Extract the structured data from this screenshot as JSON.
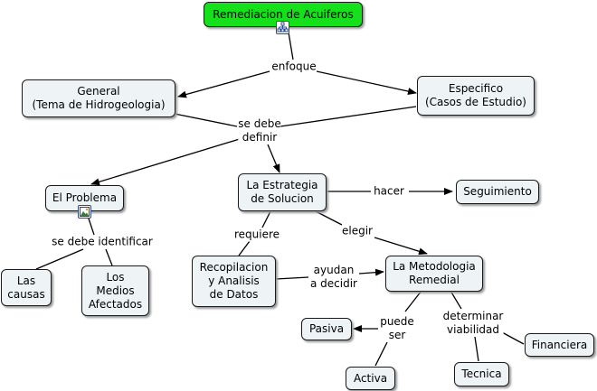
{
  "concepts": {
    "remediacion": "Remediacion de Acuiferos",
    "general": "General\n(Tema de Hidrogeologia)",
    "especifico": "Especifico\n(Casos de Estudio)",
    "problema": "El Problema",
    "estrategia": "La Estrategia\nde Solucion",
    "seguimiento": "Seguimiento",
    "causas": "Las\ncausas",
    "medios": "Los\nMedios\nAfectados",
    "recopilacion": "Recopilacion\ny Analisis\nde Datos",
    "metodologia": "La Metodologia\nRemedial",
    "pasiva": "Pasiva",
    "activa": "Activa",
    "tecnica": "Tecnica",
    "financiera": "Financiera"
  },
  "links": {
    "enfoque": "enfoque",
    "se_debe_definir": "se debe\ndefinir",
    "hacer": "hacer",
    "se_debe_identificar": "se debe identificar",
    "requiere": "requiere",
    "elegir": "elegir",
    "ayudan": "ayudan\na decidir",
    "puede_ser": "puede\nser",
    "determinar": "determinar\nviabilidad"
  },
  "icons": {
    "root": "concept-map-icon",
    "problema": "image-icon"
  },
  "colors": {
    "root_fill": "#16e01b",
    "node_fill": "#eef3f6",
    "line": "#000000"
  }
}
